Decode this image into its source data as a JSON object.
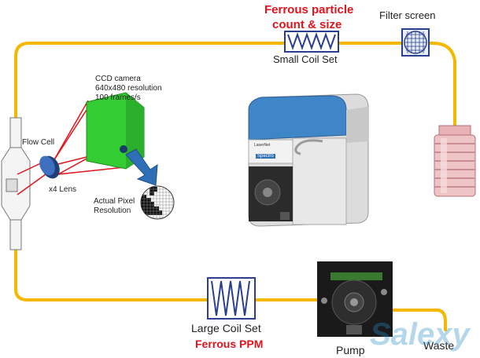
{
  "labels": {
    "ferrous_count_line1": "Ferrous particle",
    "ferrous_count_line2": "count & size",
    "small_coil": "Small Coil Set",
    "filter_screen": "Filter screen",
    "ccd_line1": "CCD camera",
    "ccd_line2": "640x480 resolution",
    "ccd_line3": "100 frames/s",
    "flow_cell": "Flow Cell",
    "lens": "x4 Lens",
    "pixel_line1": "Actual Pixel",
    "pixel_line2": "Resolution",
    "large_coil": "Large Coil Set",
    "ferrous_ppm": "Ferrous PPM",
    "pump": "Pump",
    "waste": "Waste",
    "device_brand": "LaserNet",
    "device_logo": "Spectro",
    "watermark": "Salexy"
  },
  "colors": {
    "pipe": "#f5b800",
    "accent_red": "#e0141c",
    "coil_blue": "#2a3f8f",
    "ccd_green": "#33cc33",
    "device_blue": "#3f86c8"
  }
}
